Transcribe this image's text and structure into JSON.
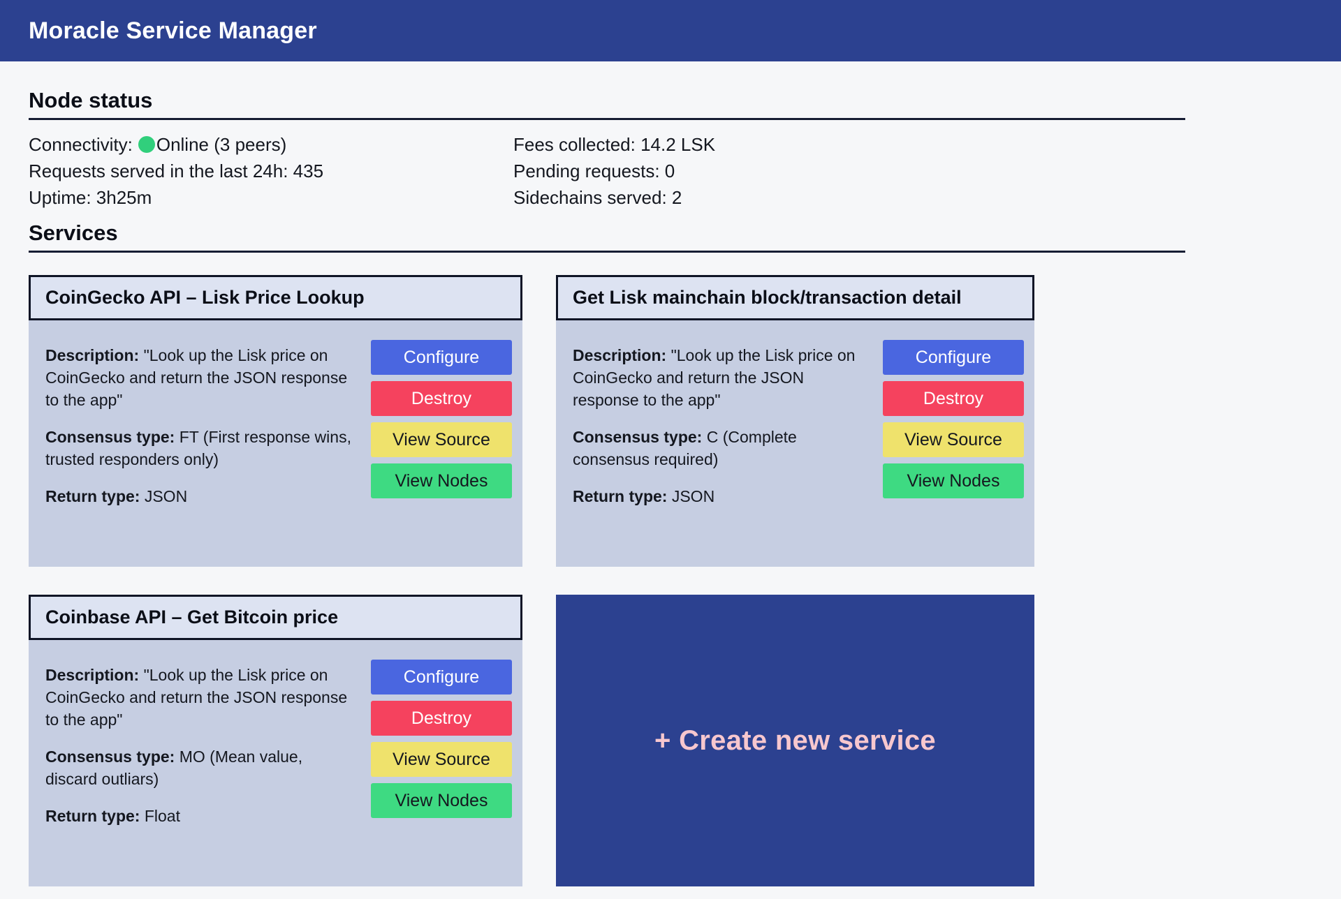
{
  "app": {
    "title": "Moracle Service Manager"
  },
  "colors": {
    "top_bar": "#2c4190",
    "page_bg": "#f6f7f9",
    "card_header_bg": "#dde3f2",
    "card_body_bg": "#c6cee2",
    "card_border": "#0f1526",
    "section_rule": "#161d33",
    "configure_button": "#4a66e0",
    "destroy_button": "#f5425e",
    "view_source_button": "#efe26c",
    "view_nodes_button": "#3eda82",
    "online_dot": "#31cf7c",
    "create_text": "#f7c7ce"
  },
  "node_status": {
    "heading": "Node status",
    "connectivity_label": "Connectivity:",
    "connectivity_value": "Online (3 peers)",
    "requests_served": "Requests served in the last 24h: 435",
    "uptime": "Uptime: 3h25m",
    "fees_collected": "Fees collected: 14.2 LSK",
    "pending_requests": "Pending requests: 0",
    "sidechains_served": "Sidechains served: 2"
  },
  "services_heading": "Services",
  "services": [
    {
      "title": "CoinGecko API – Lisk Price Lookup",
      "description_label": "Description:",
      "description": "\"Look up the Lisk price on CoinGecko and return the JSON response to the app\"",
      "consensus_label": "Consensus type:",
      "consensus": "FT (First response wins, trusted responders only)",
      "return_label": "Return type:",
      "return_type": "JSON",
      "buttons": {
        "configure": "Configure",
        "destroy": "Destroy",
        "view_source": "View Source",
        "view_nodes": "View Nodes"
      }
    },
    {
      "title": "Get Lisk mainchain block/transaction detail",
      "description_label": "Description:",
      "description": "\"Look up the Lisk price on CoinGecko and return the JSON response to the app\"",
      "consensus_label": "Consensus type:",
      "consensus": "C (Complete consensus required)",
      "return_label": "Return type:",
      "return_type": "JSON",
      "buttons": {
        "configure": "Configure",
        "destroy": "Destroy",
        "view_source": "View Source",
        "view_nodes": "View Nodes"
      }
    },
    {
      "title": "Coinbase API – Get Bitcoin price",
      "description_label": "Description:",
      "description": "\"Look up the Lisk price on CoinGecko and return the JSON response to the app\"",
      "consensus_label": "Consensus type:",
      "consensus": "MO (Mean value, discard outliars)",
      "return_label": "Return type:",
      "return_type": "Float",
      "buttons": {
        "configure": "Configure",
        "destroy": "Destroy",
        "view_source": "View Source",
        "view_nodes": "View Nodes"
      }
    }
  ],
  "create_service": {
    "label": "+ Create new service"
  }
}
